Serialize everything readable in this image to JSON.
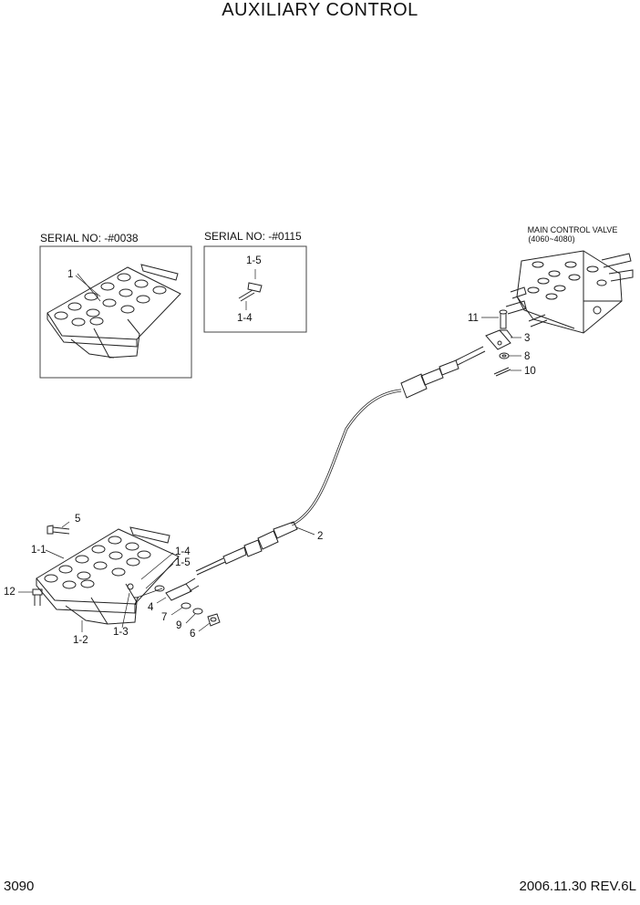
{
  "title": "AUXILIARY CONTROL",
  "insets": {
    "left_header": "SERIAL NO: -#0038",
    "right_header": "SERIAL NO: -#0115"
  },
  "valve_caption": {
    "line1": "MAIN CONTROL VALVE",
    "line2": "(4060~4080)"
  },
  "callouts": {
    "inset1_part": "1",
    "inset2_top": "1-5",
    "inset2_bottom": "1-4",
    "c11": "11",
    "c3": "3",
    "c8": "8",
    "c10": "10",
    "c2": "2",
    "c5": "5",
    "c1_1": "1-1",
    "c1_4": "1-4",
    "c1_5": "1-5",
    "c12": "12",
    "c7a": "7",
    "c4": "4",
    "c7b": "7",
    "c9": "9",
    "c6": "6",
    "c1_3": "1-3",
    "c1_2": "1-2"
  },
  "footer": {
    "page": "3090",
    "revision": "2006.11.30  REV.6L"
  }
}
